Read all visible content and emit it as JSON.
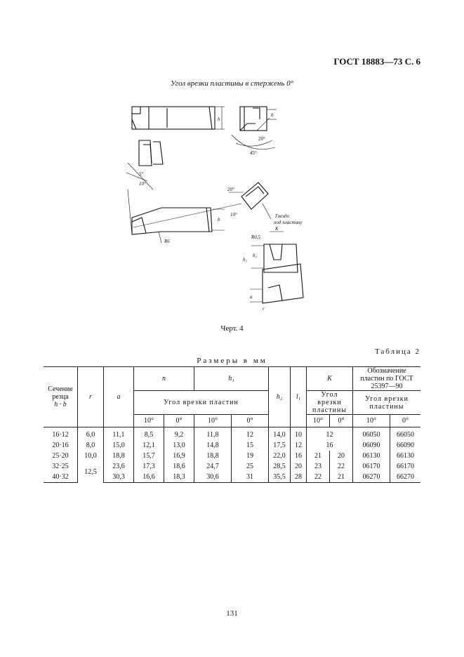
{
  "header": {
    "ref": "ГОСТ 18883—73 С. 6"
  },
  "figure": {
    "top_caption": "Угол врезки пластины в стержень 0°",
    "caption": "Черт. 4",
    "labels": {
      "b": "b",
      "h": "h",
      "h2": "h₂",
      "h1": "h₁",
      "ang20a": "20°",
      "ang45": "45°",
      "ang5": "5°",
      "ang10a": "10°",
      "ang20b": "20°",
      "ang10b": "10°",
      "r6": "R6",
      "nest": "Гнездо",
      "nest2": "под пластину",
      "k": "K",
      "r05": "R0,5",
      "a": "a",
      "r": "r"
    }
  },
  "table": {
    "label": "Таблица 2",
    "units": "Размеры в мм",
    "head": {
      "section": "Сечение резца",
      "section_sub": "h · b",
      "r": "r",
      "a": "a",
      "n": "n",
      "h1": "h₁",
      "h2": "h₂",
      "l1": "l₁",
      "k": "K",
      "designation": "Обозначение пластин по ГОСТ 25397—90",
      "angle": "Угол врезки пластин",
      "angle_k": "Угол врезки пластины",
      "angle_des": "Угол врезки пластины",
      "deg10": "10°",
      "deg0": "0°"
    },
    "rows": [
      {
        "section": "16·12",
        "r": "6,0",
        "a": "11,1",
        "n10": "8,5",
        "n0": "9,2",
        "h1_10": "11,8",
        "h1_0": "12",
        "h2": "14,0",
        "l1": "10",
        "k": "12",
        "d10": "06050",
        "d0": "66050"
      },
      {
        "section": "20·16",
        "r": "8,0",
        "a": "15,0",
        "n10": "12,1",
        "n0": "13,0",
        "h1_10": "14,8",
        "h1_0": "15",
        "h2": "17,5",
        "l1": "12",
        "k": "16",
        "d10": "06090",
        "d0": "66090"
      },
      {
        "section": "25·20",
        "r": "10,0",
        "a": "18,8",
        "n10": "15,7",
        "n0": "16,9",
        "h1_10": "18,8",
        "h1_0": "19",
        "h2": "22,0",
        "l1": "16",
        "k10": "21",
        "k0": "20",
        "d10": "06130",
        "d0": "66130"
      },
      {
        "section": "32·25",
        "r": "12,5",
        "a": "23,6",
        "n10": "17,3",
        "n0": "18,6",
        "h1_10": "24,7",
        "h1_0": "25",
        "h2": "28,5",
        "l1": "20",
        "k10": "23",
        "k0": "22",
        "d10": "06170",
        "d0": "66170"
      },
      {
        "section": "40·32",
        "a": "30,3",
        "n10": "16,6",
        "n0": "18,3",
        "h1_10": "30,6",
        "h1_0": "31",
        "h2": "35,5",
        "l1": "28",
        "k10": "22",
        "k0": "21",
        "d10": "06270",
        "d0": "66270"
      }
    ]
  },
  "page_number": "131"
}
